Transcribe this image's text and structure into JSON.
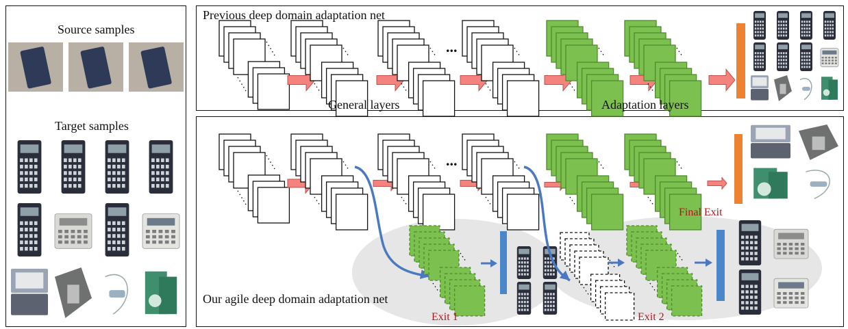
{
  "left_panel": {
    "source_title": "Source samples",
    "target_title": "Target samples",
    "source_images": [
      "calculator-photo",
      "calculator-photo",
      "calculator-photo"
    ],
    "target_images": [
      "calculator",
      "calculator",
      "calculator",
      "calculator",
      "calculator",
      "printing-calculator",
      "calculator",
      "desktop-calculator",
      "pda",
      "keypad",
      "cable",
      "software-box"
    ]
  },
  "top_panel": {
    "title": "Previous deep domain adaptation net",
    "general_label": "General layers",
    "adaptation_label": "Adaptation layers",
    "ellipsis": "...",
    "result_images": [
      "calculator",
      "calculator",
      "calculator",
      "calculator",
      "calculator",
      "calculator",
      "calculator",
      "desktop-calculator",
      "pda",
      "keypad",
      "cable",
      "software-box"
    ]
  },
  "bottom_panel": {
    "title": "Our agile deep domain adaptation net",
    "ellipsis": "...",
    "final_exit": "Final Exit",
    "exit1": "Exit 1",
    "exit2": "Exit 2",
    "final_images": [
      "pda",
      "keypad",
      "software-box",
      "cable"
    ],
    "exit1_images": [
      "calculator",
      "calculator",
      "calculator",
      "calculator"
    ],
    "exit2_images": [
      "calculator",
      "printing-calculator",
      "calculator",
      "desktop-calculator"
    ]
  },
  "colors": {
    "green_fill": "#7cc04f",
    "green_stroke": "#4f8a2c",
    "red_arrow": "#f4827d",
    "blue_arrow": "#4a78c2",
    "orange_bar": "#ec8232",
    "blue_bar": "#4a86c8",
    "ellipse": "#e6e6e6",
    "exit_text": "#b0141e"
  }
}
